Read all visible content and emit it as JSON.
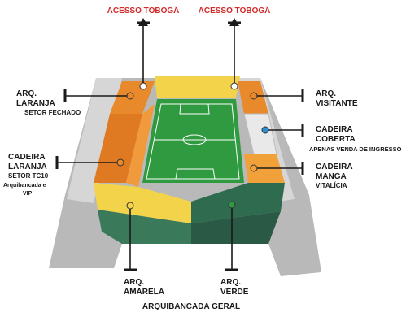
{
  "access": {
    "left": "ACESSO TOBOGÃ",
    "right": "ACESSO TOBOGÃ"
  },
  "sectors": {
    "arq_laranja": {
      "line1": "ARQ.",
      "line2": "LARANJA",
      "line3": "SETOR FECHADO"
    },
    "cadeira_laranja": {
      "line1": "CADEIRA",
      "line2": "LARANJA",
      "line3": "SETOR TC10+",
      "line4": "Arquibancada e",
      "line5": "VIP"
    },
    "arq_visitante": {
      "line1": "ARQ.",
      "line2": "VISITANTE"
    },
    "cadeira_coberta": {
      "line1": "CADEIRA",
      "line2": "COBERTA",
      "line3": "APENAS VENDA DE INGRESSO"
    },
    "cadeira_manga": {
      "line1": "CADEIRA",
      "line2": "MANGA",
      "line3": "VITALÍCIA"
    },
    "arq_amarela": {
      "line1": "ARQ.",
      "line2": "AMARELA"
    },
    "arq_verde": {
      "line1": "ARQ.",
      "line2": "VERDE"
    }
  },
  "footer": "ARQUIBANCADA GERAL",
  "colors": {
    "orange": "#e8892c",
    "dark_orange": "#c4621c",
    "yellow": "#f2d34a",
    "pitch": "#2f9a3f",
    "dark_green": "#2f6b4f",
    "gray": "#b8b8b8",
    "label_red": "#d42a2a",
    "marker_blue": "#2b8fd6"
  }
}
